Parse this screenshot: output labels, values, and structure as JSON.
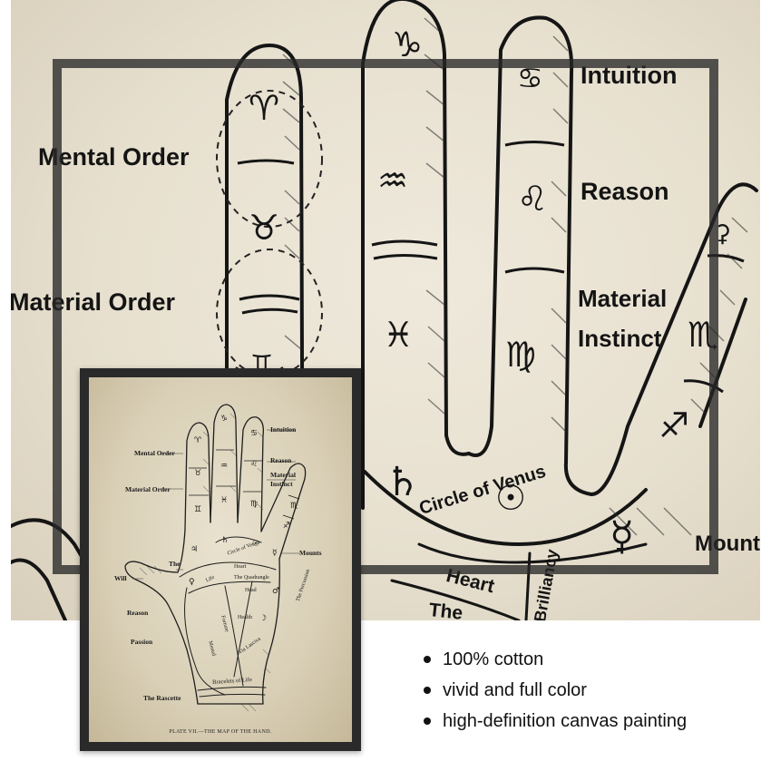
{
  "zoom_view": {
    "labels": {
      "mental_order": "Mental Order",
      "material_order": "Material Order",
      "intuition": "Intuition",
      "reason": "Reason",
      "material_instinct_line1": "Material",
      "material_instinct_line2": "Instinct",
      "circle_of_venus": "Circle of Venus",
      "heart": "Heart",
      "the": "The",
      "brilliancy": "Brilliancy",
      "mount": "Mount"
    },
    "symbols": {
      "capricorn": "♑",
      "aries": "♈",
      "cancer": "♋",
      "taurus": "♉",
      "aquarius": "♒",
      "leo": "♌",
      "pisces": "♓",
      "virgo": "♍",
      "gemini": "♊",
      "scorpio": "♏",
      "sagittarius": "♐",
      "saturn": "♄",
      "sun": "☉",
      "mercury": "☿",
      "unknown_mark": "⚳"
    }
  },
  "poster": {
    "labels": {
      "mental_order": "Mental Order",
      "material_order": "Material Order",
      "intuition": "Intuition",
      "reason_top": "Reason",
      "material": "Material",
      "instinct": "Instinct",
      "mounts": "Mounts",
      "will": "Will",
      "the": "The",
      "reason": "Reason",
      "passion": "Passion",
      "the_rascette": "The Rascette",
      "circle_of_venus": "Circle of Venus",
      "heart": "Heart",
      "the_quadrangle": "The Quadrangle",
      "head": "Head",
      "life": "Life",
      "health": "Health",
      "fortune": "Fortune",
      "mental": "Mental",
      "via_lasciva": "Via Lasciva",
      "the_percussion": "The Percussion",
      "bracelets_of_life": "Bracelets of Life"
    },
    "caption": "PLATE VII.—THE MAP OF THE HAND."
  },
  "features": [
    "100% cotton",
    "vivid and full color",
    "high-definition canvas painting"
  ]
}
